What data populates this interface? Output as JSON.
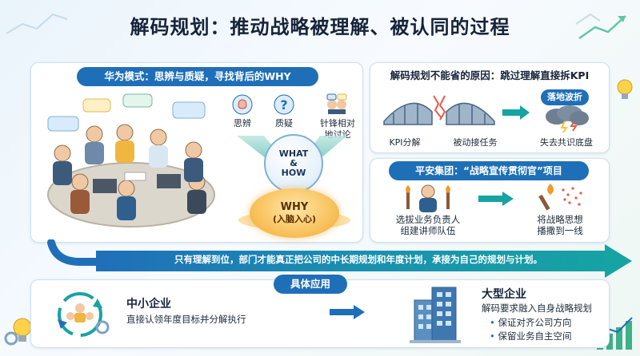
{
  "title": "解码规划：推动战略被理解、被认同的过程",
  "huawei": {
    "heading": "华为模式：思辨与质疑，寻找背后的WHY",
    "methods": [
      "思辨",
      "质疑",
      "针锋相对\n地讨论"
    ],
    "what_how": "WHAT\n&\nHOW",
    "why": "WHY",
    "why_sub": "(入脑入心)"
  },
  "reason": {
    "heading": "解码规划不能省的原因：跳过理解直接拆KPI",
    "items": [
      "KPI分解",
      "被动接任务",
      "失去共识底盘"
    ],
    "cloud_label": "落地波折"
  },
  "pingan": {
    "heading": "平安集团：“战略宣传贯彻官”项目",
    "left": "选拔业务负责人\n组建讲师队伍",
    "right": "将战略思想\n播撒到一线"
  },
  "banner": "只有理解到位，部门才能真正把公司的中长期规划和年度计划，承接为自己的规划与计划。",
  "application": {
    "heading": "具体应用",
    "small": {
      "title": "中小企业",
      "desc": "直接认领年度目标并分解执行"
    },
    "large": {
      "title": "大型企业",
      "desc": "解码要求融入自身战略规划",
      "bullets": [
        "保证对齐公司方向",
        "保留业务自主空间"
      ]
    }
  },
  "colors": {
    "pill_blue": "#1f6fb8",
    "teal": "#16a3a3",
    "why_orange": "#f3a836",
    "cloud_red": "#e45b4b"
  }
}
